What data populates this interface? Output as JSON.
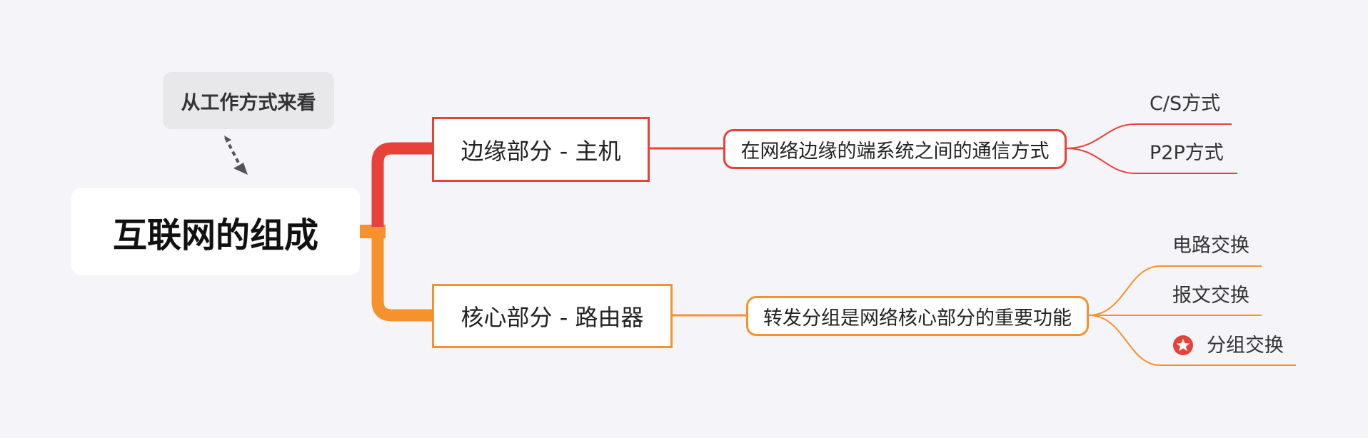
{
  "colors": {
    "background": "#f4f4f9",
    "edge_branch": "#e8413a",
    "core_branch": "#f5922e",
    "floating_bg": "#e8e8ea",
    "arrow": "#555555"
  },
  "root": {
    "label": "互联网的组成"
  },
  "floating_topic": {
    "label": "从工作方式来看"
  },
  "branches": [
    {
      "label": "边缘部分 - 主机",
      "sub": {
        "label": "在网络边缘的端系统之间的通信方式",
        "leaves": [
          "C/S方式",
          "P2P方式"
        ]
      }
    },
    {
      "label": "核心部分 - 路由器",
      "sub": {
        "label": "转发分组是网络核心部分的重要功能",
        "leaves": [
          "电路交换",
          "报文交换",
          "分组交换"
        ]
      }
    }
  ],
  "markers": {
    "star_marker_icon": "star-badge-icon"
  }
}
